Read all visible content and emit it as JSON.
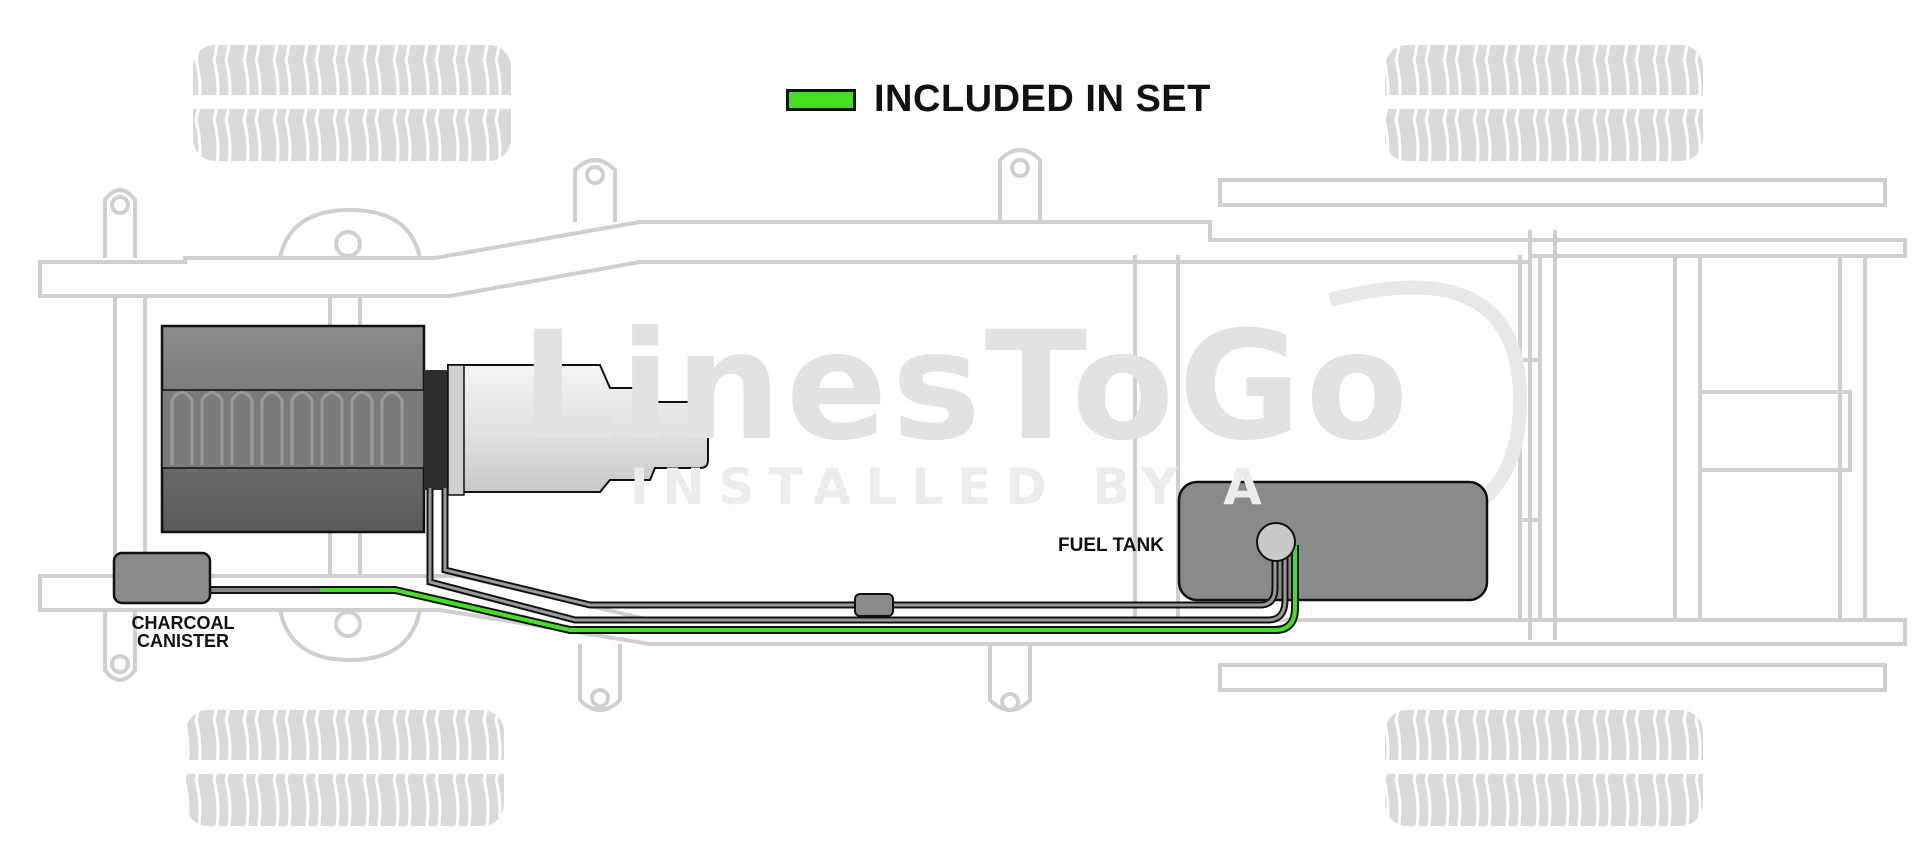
{
  "legend": {
    "label": "INCLUDED IN SET",
    "swatch_color": "#44e022",
    "icon": "green-line-swatch"
  },
  "labels": {
    "fuel_tank": "FUEL TANK",
    "charcoal_canister_line1": "CHARCOAL",
    "charcoal_canister_line2": "CANISTER"
  },
  "watermark": {
    "title": "LinesToGo",
    "subtitle": "INSTALLED BY A"
  },
  "colors": {
    "frame": "#cfcfcf",
    "included_line": "#44e022",
    "other_line": "#666666",
    "component_fill": "#8a8a8a",
    "engine_fill": "#6f6f6f",
    "transmission_fill": "#e6e6e6"
  }
}
